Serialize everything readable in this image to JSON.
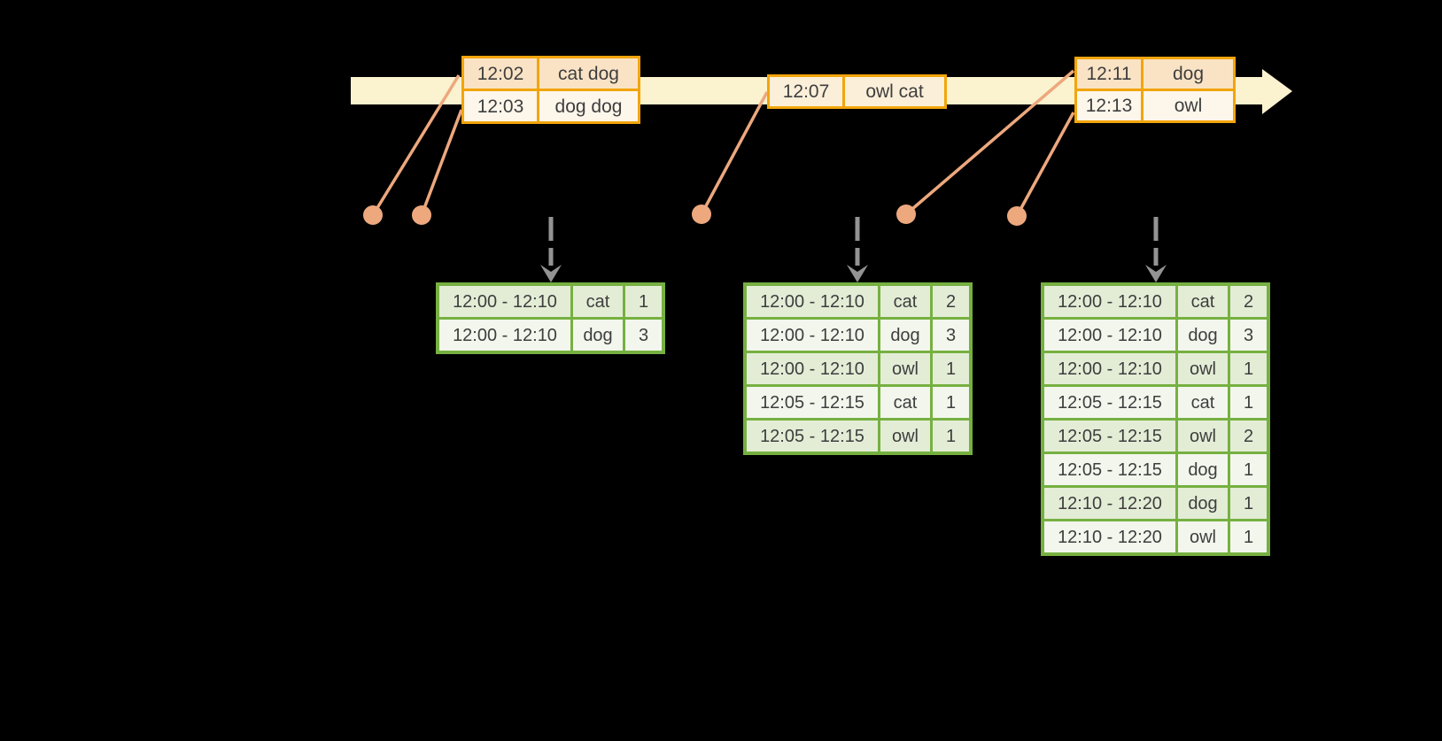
{
  "colors": {
    "background": "#000000",
    "timeline_band": "#FBF2CF",
    "event_accent": "#F2A50C",
    "event_row_dark": "#FAE3C5",
    "event_row_light": "#FDF6EB",
    "event_row_single": "#FBEFD9",
    "connector": "#EDA87E",
    "result_accent": "#76B041",
    "result_row_dark": "#E3EDD6",
    "result_row_light": "#F2F6EC",
    "arrow_gray": "#939393",
    "text": "#3E3E3E"
  },
  "event_tables": [
    {
      "rows": [
        {
          "time": "12:02",
          "words": "cat dog"
        },
        {
          "time": "12:03",
          "words": "dog dog"
        }
      ]
    },
    {
      "rows": [
        {
          "time": "12:07",
          "words": "owl cat"
        }
      ]
    },
    {
      "rows": [
        {
          "time": "12:11",
          "words": "dog"
        },
        {
          "time": "12:13",
          "words": "owl"
        }
      ]
    }
  ],
  "result_tables": [
    {
      "rows": [
        {
          "window": "12:00 - 12:10",
          "word": "cat",
          "count": "1"
        },
        {
          "window": "12:00 - 12:10",
          "word": "dog",
          "count": "3"
        }
      ]
    },
    {
      "rows": [
        {
          "window": "12:00 - 12:10",
          "word": "cat",
          "count": "2"
        },
        {
          "window": "12:00 - 12:10",
          "word": "dog",
          "count": "3"
        },
        {
          "window": "12:00 - 12:10",
          "word": "owl",
          "count": "1"
        },
        {
          "window": "12:05 - 12:15",
          "word": "cat",
          "count": "1"
        },
        {
          "window": "12:05 - 12:15",
          "word": "owl",
          "count": "1"
        }
      ]
    },
    {
      "rows": [
        {
          "window": "12:00 - 12:10",
          "word": "cat",
          "count": "2"
        },
        {
          "window": "12:00 - 12:10",
          "word": "dog",
          "count": "3"
        },
        {
          "window": "12:00 - 12:10",
          "word": "owl",
          "count": "1"
        },
        {
          "window": "12:05 - 12:15",
          "word": "cat",
          "count": "1"
        },
        {
          "window": "12:05 - 12:15",
          "word": "owl",
          "count": "2"
        },
        {
          "window": "12:05 - 12:15",
          "word": "dog",
          "count": "1"
        },
        {
          "window": "12:10 - 12:20",
          "word": "dog",
          "count": "1"
        },
        {
          "window": "12:10 - 12:20",
          "word": "owl",
          "count": "1"
        }
      ]
    }
  ]
}
